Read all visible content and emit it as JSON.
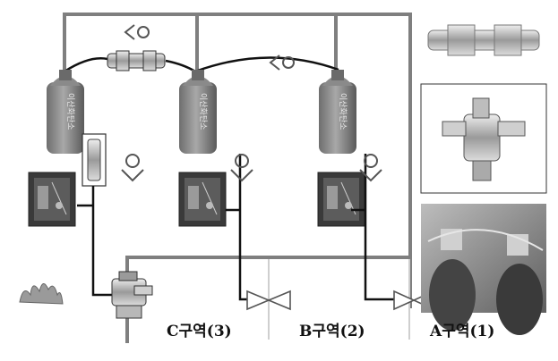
{
  "zones": [
    {
      "id": "c",
      "label": "C구역(3)"
    },
    {
      "id": "b",
      "label": "B구역(2)"
    },
    {
      "id": "a",
      "label": "A구역(1)"
    }
  ],
  "cylinder_text": "이산화탄소",
  "colors": {
    "manifold": "#7f7f7f",
    "pipe": "#111111",
    "cylinder": "#8a8a8a",
    "panel": "#3a3a3a",
    "valve": "#ffffff"
  },
  "icons": [
    "check-valve-icon",
    "gate-valve-icon",
    "selector-valve-icon",
    "fire-icon",
    "solenoid-panel-icon"
  ]
}
